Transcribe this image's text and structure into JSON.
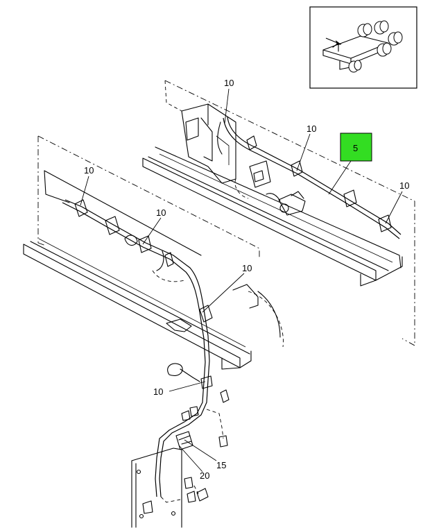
{
  "callouts": [
    {
      "id": "c10a",
      "label": "10"
    },
    {
      "id": "c10b",
      "label": "10"
    },
    {
      "id": "c10c",
      "label": "10"
    },
    {
      "id": "c10d",
      "label": "10"
    },
    {
      "id": "c10e",
      "label": "10"
    },
    {
      "id": "c10f",
      "label": "10"
    },
    {
      "id": "c10g",
      "label": "10"
    },
    {
      "id": "c5",
      "label": "5"
    },
    {
      "id": "c15",
      "label": "15"
    },
    {
      "id": "c20",
      "label": "20"
    }
  ],
  "highlight": {
    "label": "5",
    "color": "#33dd22",
    "text_color": "#000000"
  }
}
